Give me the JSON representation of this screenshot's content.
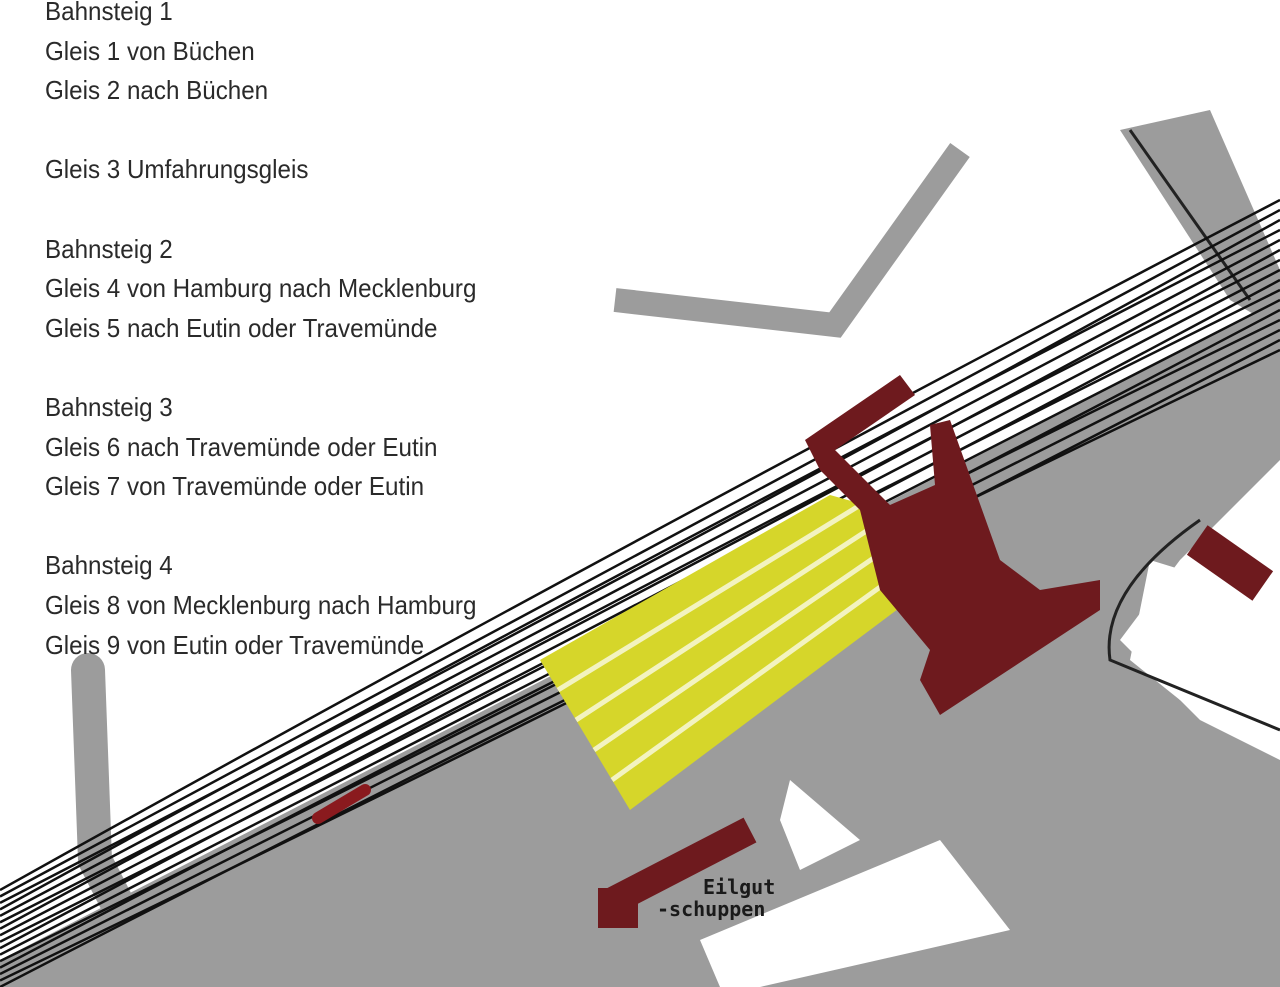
{
  "legend": {
    "lines": [
      "Bahnsteig 1",
      "Gleis 1 von Büchen",
      "Gleis 2 nach Büchen",
      "",
      "Gleis 3 Umfahrungsgleis",
      "",
      "Bahnsteig 2",
      "Gleis 4 von Hamburg nach Mecklenburg",
      "Gleis 5 nach Eutin oder Travemünde",
      "",
      "Bahnsteig 3",
      "Gleis 6 nach Travemünde oder Eutin",
      "Gleis 7 von Travemünde oder Eutin",
      "",
      "Bahnsteig 4",
      "Gleis 8 von Mecklenburg nach Hamburg",
      "Gleis 9 von Eutin oder Travemünde"
    ]
  },
  "labels": {
    "eilgut_1": "Eilgut",
    "eilgut_2": "-schuppen"
  },
  "colors": {
    "building": "#6e1a1e",
    "platform": "#d6d62a",
    "ground": "#9a9a9a",
    "track": "#111111"
  }
}
